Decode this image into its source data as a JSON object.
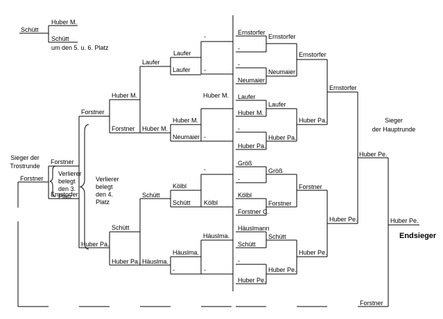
{
  "placement_5_6": {
    "top": "Huber M.",
    "left": "Schütt",
    "bottom": "Schütt",
    "caption": "um den 5. u. 6. Platz"
  },
  "col_a": [
    "Ernstorfer",
    "-",
    "-",
    "Neumaier",
    "Laufer",
    "Huber M.",
    "-",
    "Huber Pa.",
    "Größ",
    "-",
    "Kölbl",
    "Forstner C.",
    "Häuslmann",
    "Schütt",
    "-",
    "Huber Pe."
  ],
  "col_b": [
    "Ernstorfer",
    "Neumaier",
    "Laufer",
    "Huber Pa.",
    "Größ",
    "Forstner",
    "Schütt",
    "Huber Pe."
  ],
  "col_c": [
    "Ernstorfer",
    "Huber Pa.",
    "Forstner",
    "Huber Pe."
  ],
  "col_d": [
    "Ernstorfer",
    "Huber Pe."
  ],
  "col_e": [
    "Huber Pe."
  ],
  "winner_label": "Endsieger",
  "main_winner_label_1": "Sieger",
  "main_winner_label_2": "der Hauptrunde",
  "col_l1": [
    "-",
    "Laufer",
    "-",
    "Huber M.",
    "Neumaier",
    "-",
    "-",
    "Kölbl",
    "Kölbl",
    "Häuslma.",
    "-",
    "-"
  ],
  "col_l2": [
    "Laufer",
    "Huber M.",
    "Schütt",
    "Häuslma."
  ],
  "col_l3": [
    "Huber M.",
    "Forstner",
    "Schütt",
    "Huber Pa."
  ],
  "col_l4": [
    "Forstner",
    "Forstner",
    "Ernstorfer",
    "Huber Pa."
  ],
  "col_l5": [
    "Forstner"
  ],
  "repechage_label_1": "Sieger der",
  "repechage_label_2": "Trostrunde",
  "loser_3_lines": [
    "Verlierer",
    "belegt",
    "den 3.",
    "Platz"
  ],
  "loser_4_lines": [
    "Verlierer",
    "belegt",
    "den 4.",
    "Platz"
  ],
  "final_bottom": "Forstner"
}
